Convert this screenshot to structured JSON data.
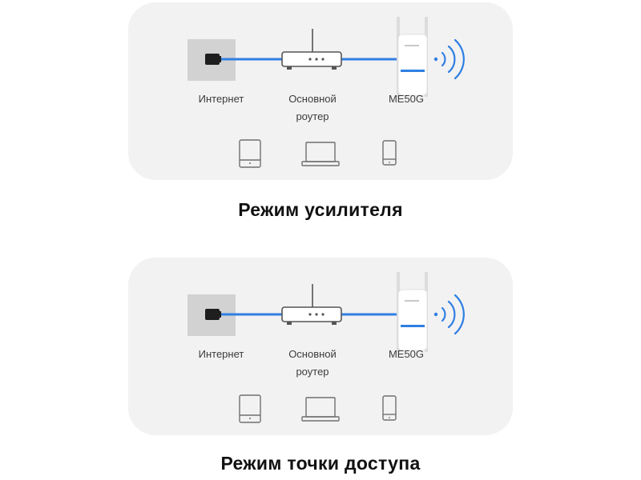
{
  "colors": {
    "cable": "#2f7fe3",
    "wifi": "#2f7fe3",
    "panel": "#f2f2f2",
    "outlet": "#d2d2d2"
  },
  "icons": [
    "ethernet-outlet-icon",
    "router-icon",
    "extender-icon",
    "wifi-waves-icon",
    "tablet-icon",
    "laptop-icon",
    "phone-icon"
  ],
  "modes": [
    {
      "internet_label": "Интернет",
      "router_label_line1": "Основной",
      "router_label_line2": "роутер",
      "device_label": "ME50G",
      "caption": "Режим усилителя"
    },
    {
      "internet_label": "Интернет",
      "router_label_line1": "Основной",
      "router_label_line2": "роутер",
      "device_label": "ME50G",
      "caption": "Режим точки доступа"
    }
  ]
}
